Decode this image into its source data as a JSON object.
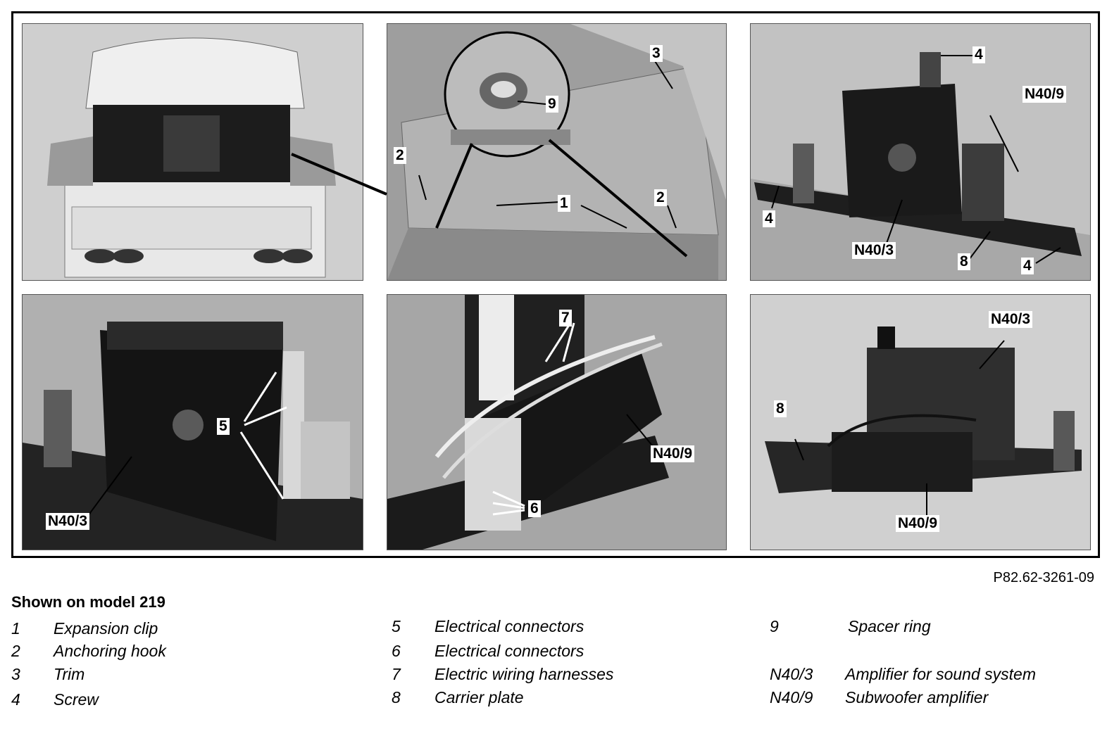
{
  "figure": {
    "panels": [
      {
        "id": "rear-view",
        "callouts": []
      },
      {
        "id": "trunk-trim",
        "callouts": [
          "3",
          "9",
          "2",
          "1",
          "2"
        ]
      },
      {
        "id": "amplifier-mounted",
        "callouts": [
          "4",
          "N40/9",
          "4",
          "N40/3",
          "8",
          "4"
        ]
      },
      {
        "id": "amplifier-connectors",
        "callouts": [
          "5",
          "N40/3"
        ]
      },
      {
        "id": "subwoofer-amp-connectors",
        "callouts": [
          "7",
          "N40/9",
          "6"
        ]
      },
      {
        "id": "removed-assembly",
        "callouts": [
          "N40/3",
          "8",
          "N40/9"
        ]
      }
    ]
  },
  "reference_code": "P82.62-3261-09",
  "caption_title": "Shown on model 219",
  "legend": [
    {
      "num": "1",
      "text": "Expansion clip"
    },
    {
      "num": "2",
      "text": "Anchoring hook"
    },
    {
      "num": "3",
      "text": "Trim"
    },
    {
      "num": "4",
      "text": "Screw"
    },
    {
      "num": "5",
      "text": "Electrical connectors"
    },
    {
      "num": "6",
      "text": "Electrical connectors"
    },
    {
      "num": "7",
      "text": "Electric wiring harnesses"
    },
    {
      "num": "8",
      "text": "Carrier plate"
    },
    {
      "num": "9",
      "text": "Spacer ring"
    },
    {
      "num": "N40/3",
      "text": "Amplifier for sound system"
    },
    {
      "num": "N40/9",
      "text": "Subwoofer amplifier"
    }
  ]
}
